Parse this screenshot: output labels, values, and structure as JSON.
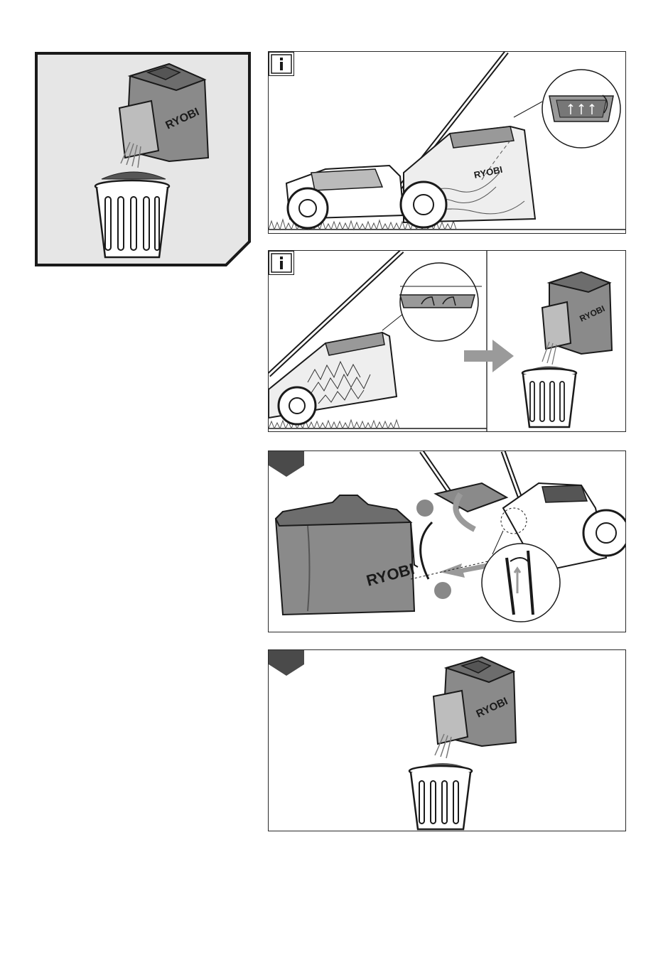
{
  "brand": {
    "logo_text": "RYOBI"
  },
  "colors": {
    "outline": "#1a1a1a",
    "panel_gray": "#e6e6e6",
    "bag_gray": "#8a8a8a",
    "badge_dark": "#4a4a4a",
    "arrow_gray": "#9a9a9a"
  },
  "icons": {
    "info": "info-icon",
    "step": "step-badge",
    "circle_marker": "callout-circle"
  }
}
